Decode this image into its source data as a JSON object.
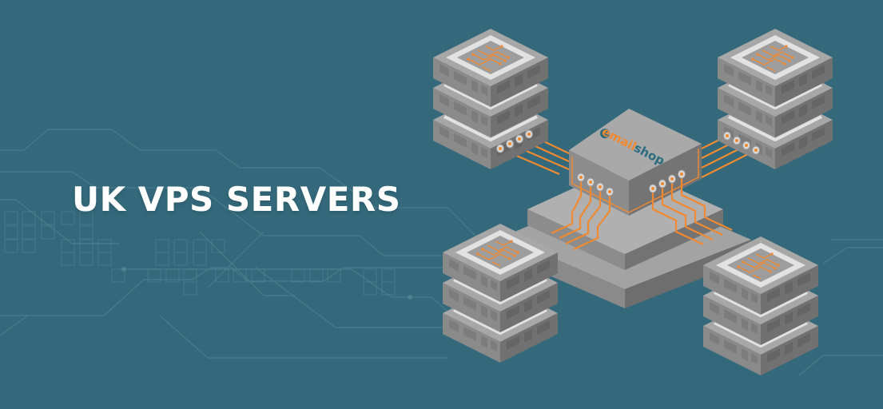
{
  "banner": {
    "headline": "UK VPS SERVERS",
    "background_color": "#33697B",
    "headline_color": "#FFFFFF"
  },
  "illustration": {
    "hub": {
      "logo": {
        "part1": "email",
        "part2": "shop",
        "part1_color": "#F08A32",
        "part2_color": "#2B6C80"
      },
      "icon": "isometric-network-hub"
    },
    "server_stacks": [
      {
        "position": "top-left",
        "units": 3,
        "icon": "server-stack-icon"
      },
      {
        "position": "top-right",
        "units": 3,
        "icon": "server-stack-icon"
      },
      {
        "position": "bottom-left",
        "units": 3,
        "icon": "server-stack-icon"
      },
      {
        "position": "bottom-right",
        "units": 3,
        "icon": "server-stack-icon"
      }
    ],
    "cable_color": "#F08A32",
    "server_color": "#8E8E8E"
  }
}
